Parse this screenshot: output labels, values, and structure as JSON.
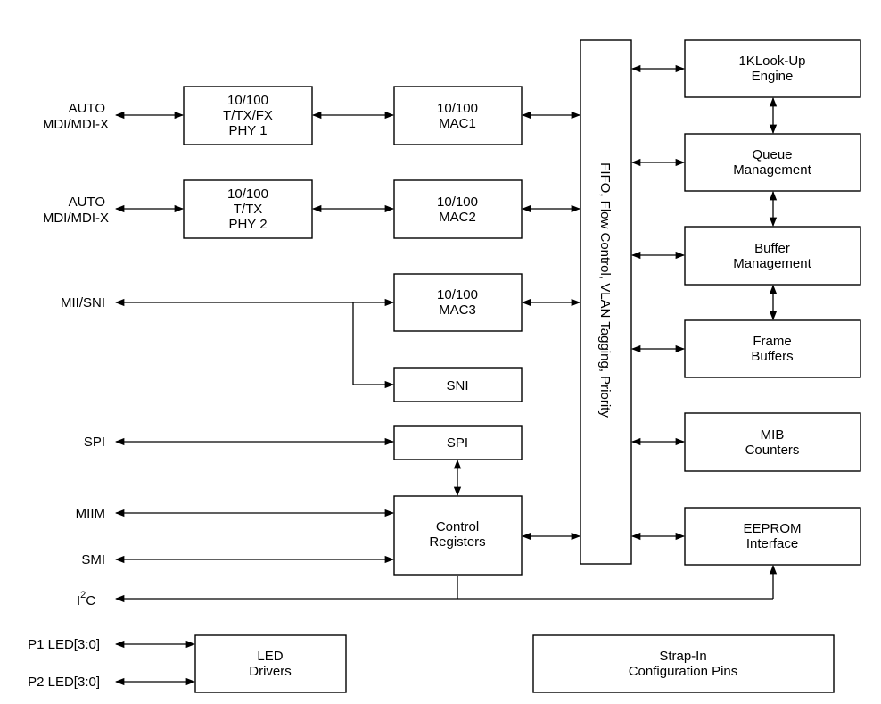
{
  "blocks": {
    "phy1": [
      "10/100",
      "T/TX/FX",
      "PHY 1"
    ],
    "phy2": [
      "10/100",
      "T/TX",
      "PHY 2"
    ],
    "mac1": [
      "10/100",
      "MAC1"
    ],
    "mac2": [
      "10/100",
      "MAC2"
    ],
    "mac3": [
      "10/100",
      "MAC3"
    ],
    "sni": [
      "SNI"
    ],
    "spi": [
      "SPI"
    ],
    "control_registers": [
      "Control",
      "Registers"
    ],
    "fifo": "FIFO, Flow Control, VLAN Tagging, Priority",
    "lookup_engine": [
      "1KLook-Up",
      "Engine"
    ],
    "queue_management": [
      "Queue",
      "Management"
    ],
    "buffer_management": [
      "Buffer",
      "Management"
    ],
    "frame_buffers": [
      "Frame",
      "Buffers"
    ],
    "mib_counters": [
      "MIB",
      "Counters"
    ],
    "eeprom_interface": [
      "EEPROM",
      "Interface"
    ],
    "led_drivers": [
      "LED",
      "Drivers"
    ],
    "strap_in": [
      "Strap-In",
      "Configuration Pins"
    ]
  },
  "signals": {
    "auto1": [
      "AUTO",
      "MDI/MDI-X"
    ],
    "auto2": [
      "AUTO",
      "MDI/MDI-X"
    ],
    "mii_sni": "MII/SNI",
    "spi": "SPI",
    "miim": "MIIM",
    "smi": "SMI",
    "i2c": {
      "base": "I",
      "sup": "2",
      "tail": "C"
    },
    "p1_led": "P1 LED[3:0]",
    "p2_led": "P2 LED[3:0]"
  }
}
